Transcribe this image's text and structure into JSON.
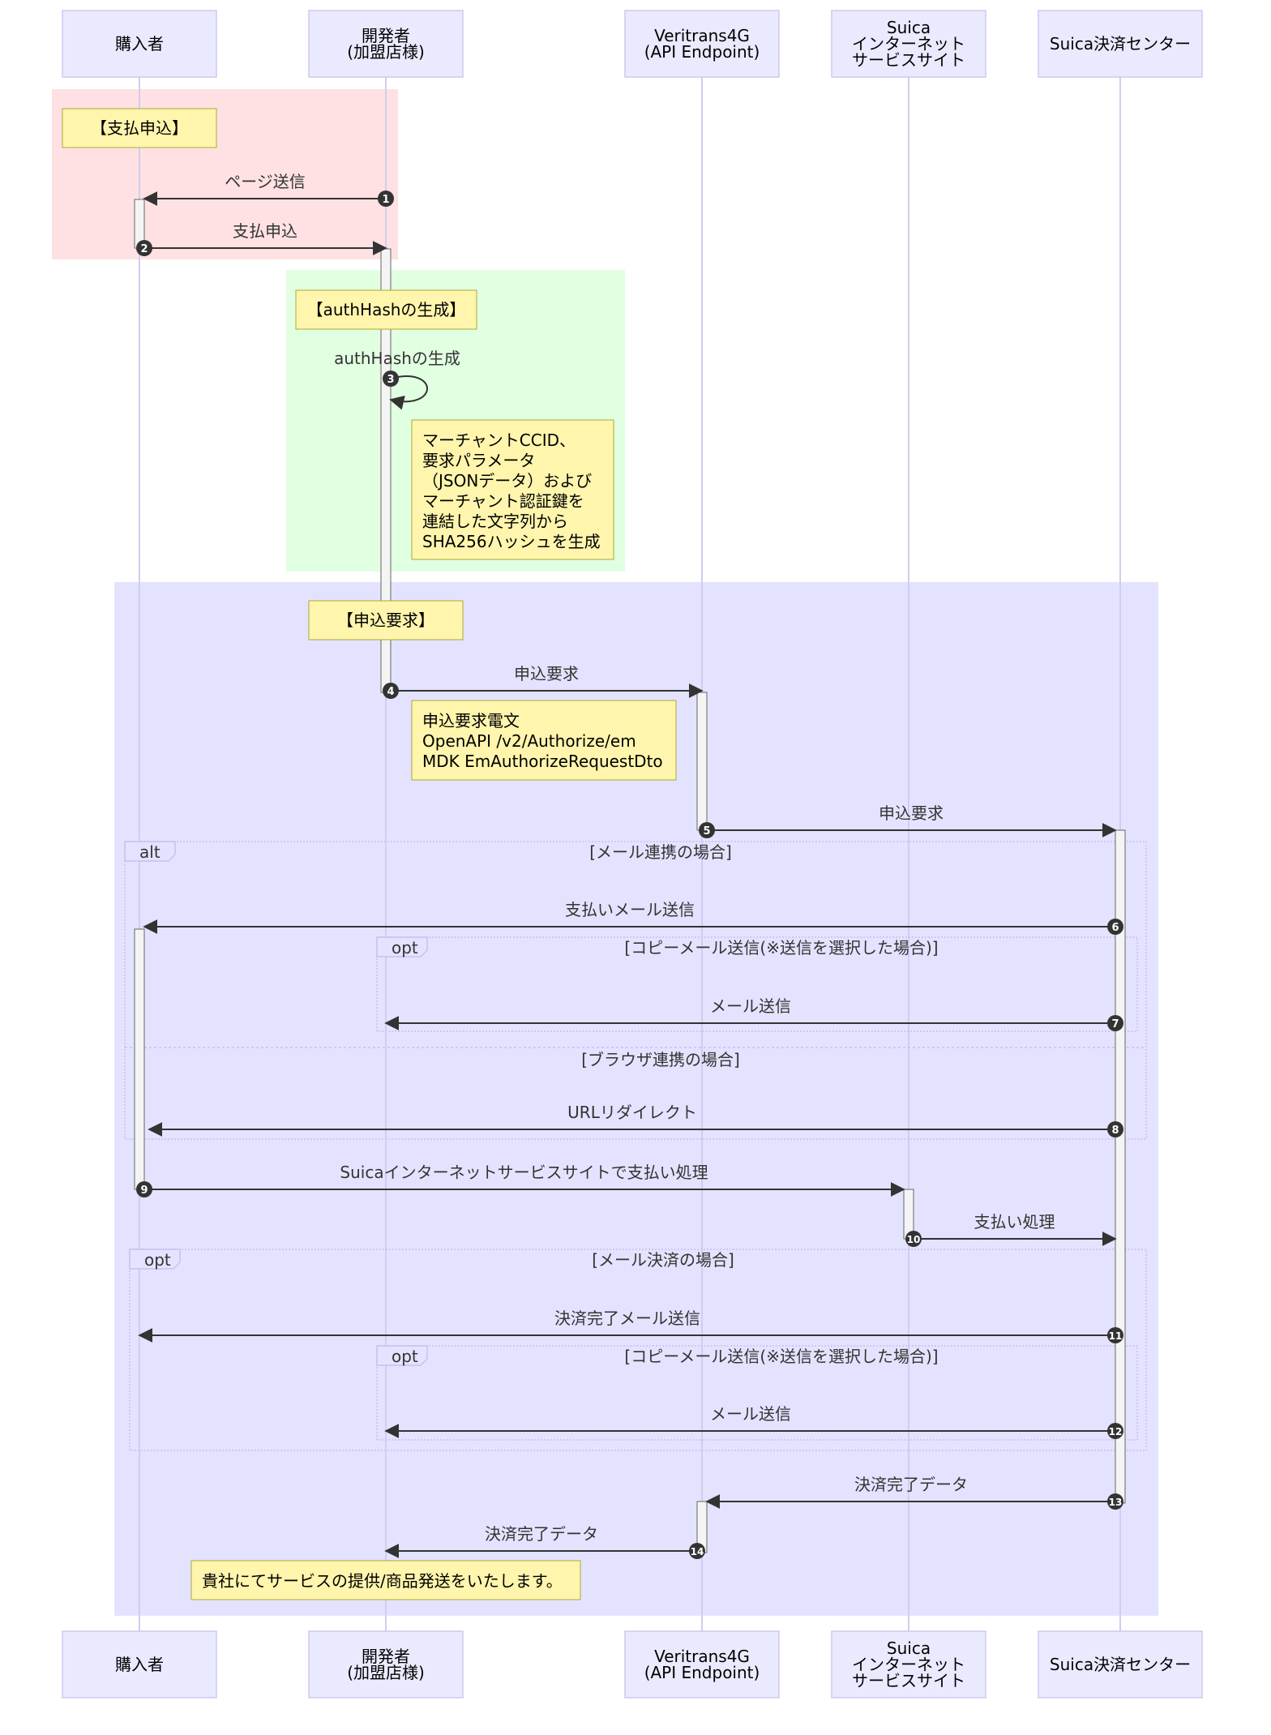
{
  "participants": [
    {
      "id": "buyer",
      "lines": [
        "購入者"
      ]
    },
    {
      "id": "dev",
      "lines": [
        "開発者",
        "(加盟店様)"
      ]
    },
    {
      "id": "vt",
      "lines": [
        "Veritrans4G",
        "(API Endpoint)"
      ]
    },
    {
      "id": "suica_site",
      "lines": [
        "Suica",
        "インターネット",
        "サービスサイト"
      ]
    },
    {
      "id": "suica_center",
      "lines": [
        "Suica決済センター"
      ]
    }
  ],
  "sections": {
    "pay_request": "【支払申込】",
    "auth_hash": "【authHashの生成】",
    "apply_request": "【申込要求】"
  },
  "notes": {
    "auth_hash": [
      "マーチャントCCID、",
      "要求パラメータ",
      "（JSONデータ）および",
      "マーチャント認証鍵を",
      "連結した文字列から",
      "SHA256ハッシュを生成"
    ],
    "request_msg": [
      "申込要求電文",
      "OpenAPI /v2/Authorize/em",
      "MDK EmAuthorizeRequestDto"
    ],
    "final": [
      "貴社にてサービスの提供/商品発送をいたします。"
    ]
  },
  "fragments": {
    "alt_label": "alt",
    "alt_cond_mail": "[メール連携の場合]",
    "alt_cond_browser": "[ブラウザ連携の場合]",
    "opt_label": "opt",
    "opt_copy_cond": "[コピーメール送信(※送信を選択した場合)]",
    "opt_mail_settle_cond": "[メール決済の場合]"
  },
  "messages": [
    {
      "n": "1",
      "from": "dev",
      "to": "buyer",
      "label": "ページ送信"
    },
    {
      "n": "2",
      "from": "buyer",
      "to": "dev",
      "label": "支払申込"
    },
    {
      "n": "3",
      "from": "dev",
      "to": "dev",
      "label": "authHashの生成"
    },
    {
      "n": "4",
      "from": "dev",
      "to": "vt",
      "label": "申込要求"
    },
    {
      "n": "5",
      "from": "vt",
      "to": "suica_center",
      "label": "申込要求"
    },
    {
      "n": "6",
      "from": "suica_center",
      "to": "buyer",
      "label": "支払いメール送信"
    },
    {
      "n": "7",
      "from": "suica_center",
      "to": "dev",
      "label": "メール送信"
    },
    {
      "n": "8",
      "from": "suica_center",
      "to": "buyer",
      "label": "URLリダイレクト"
    },
    {
      "n": "9",
      "from": "buyer",
      "to": "suica_site",
      "label": "Suicaインターネットサービスサイトで支払い処理"
    },
    {
      "n": "10",
      "from": "suica_site",
      "to": "suica_center",
      "label": "支払い処理"
    },
    {
      "n": "11",
      "from": "suica_center",
      "to": "buyer",
      "label": "決済完了メール送信"
    },
    {
      "n": "12",
      "from": "suica_center",
      "to": "dev",
      "label": "メール送信"
    },
    {
      "n": "13",
      "from": "suica_center",
      "to": "vt",
      "label": "決済完了データ"
    },
    {
      "n": "14",
      "from": "vt",
      "to": "dev",
      "label": "決済完了データ"
    }
  ],
  "colors": {
    "actor_fill": "#eaeaff",
    "actor_stroke": "#cfc8f0",
    "lifeline": "#d4cbf0",
    "rect_pink": "#ffe1e3",
    "rect_green": "#e1ffe1",
    "rect_blue": "#e3e3ff",
    "note_fill": "#fff5ad",
    "note_stroke": "#aaaa33",
    "arrow": "#333333",
    "badge": "#333333",
    "activation_fill": "#f4f4f4",
    "activation_stroke": "#666666",
    "frame_stroke": "#c8c0ee"
  }
}
